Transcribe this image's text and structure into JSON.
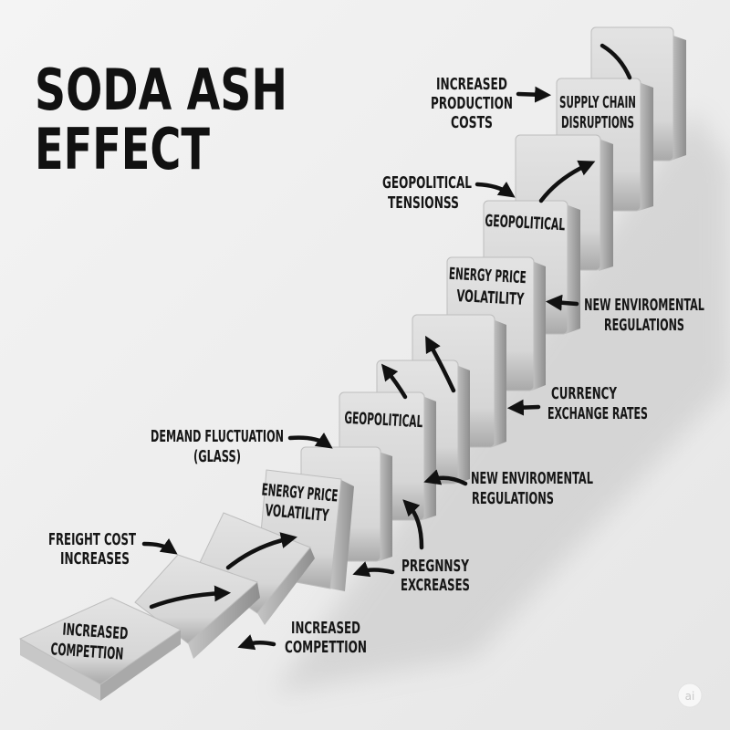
{
  "title": {
    "line1": "SODA ASH",
    "line2": "EFFECT"
  },
  "domino_labels": {
    "supply_chain": [
      "SUPPLY CHAIN",
      "DISRUPTIONS"
    ],
    "geopolitical_upper": "GEOPOLITICAL",
    "energy_upper": [
      "ENERGY PRICE",
      "VOLATILITY"
    ],
    "geopolitical_lower": "GEOPOLITICAL",
    "energy_lower": [
      "ENERGY PRICE",
      "VOLATILITY"
    ],
    "competition": [
      "INCREASED",
      "COMPETTION"
    ]
  },
  "callouts": {
    "production_costs": [
      "INCREASED",
      "PRODUCTION",
      "COSTS"
    ],
    "geopolitical_tensions": [
      "GEOPOLITICAL",
      "TENSIONSS"
    ],
    "env_regulations_upper": [
      "NEW ENVIROMENTAL",
      "REGULATIONS"
    ],
    "currency": [
      "CURRENCY",
      "EXCHANGE RATES"
    ],
    "demand": [
      "DEMAND FLUCTUATION",
      "(GLASS)"
    ],
    "env_regulations_lower": [
      "NEW ENVIROMENTAL",
      "REGULATIONS"
    ],
    "freight": [
      "FREIGHT COST",
      "INCREASES"
    ],
    "pregnnsy": [
      "PREGNNSY",
      "EXCREASES"
    ],
    "competition": [
      "INCREASED",
      "COMPETTION"
    ]
  },
  "badge": "ai",
  "colors": {
    "background": "#efefef",
    "domino": "#dcdcdc",
    "text": "#161616"
  }
}
